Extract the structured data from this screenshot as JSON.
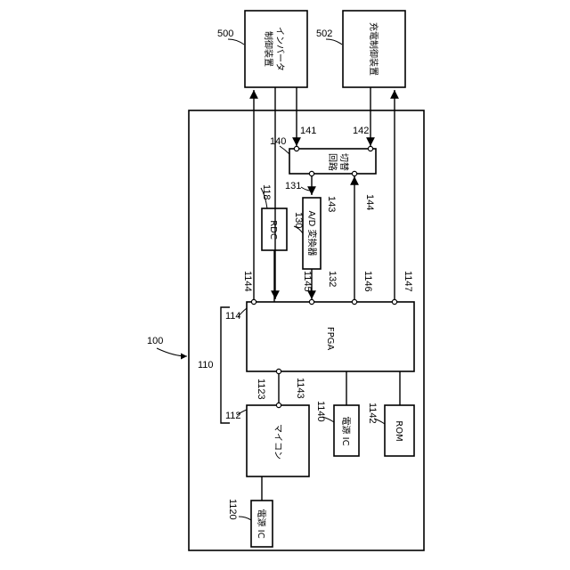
{
  "refs": {
    "r100": "100",
    "r110": "110",
    "r112": "112",
    "r114": "114",
    "r118": "118",
    "r130": "130",
    "r131": "131",
    "r132": "132",
    "r140": "140",
    "r141": "141",
    "r142": "142",
    "r143": "143",
    "r144": "144",
    "r500": "500",
    "r502": "502",
    "r1120": "1120",
    "r1123": "1123",
    "r1140": "1140",
    "r1142": "1142",
    "r1143": "1143",
    "r1144": "1144",
    "r1145": "1145",
    "r1146": "1146",
    "r1147": "1147"
  },
  "blocks": {
    "inverter_line1": "インバータ",
    "inverter_line2": "制御装置",
    "charge": "充電制御装置",
    "switch_line1": "切替",
    "switch_line2": "回路",
    "rdc": "RDC",
    "adc": "A/D 変換器",
    "fpga": "FPGA",
    "micom": "マイコン",
    "power_ic_1": "電源 IC",
    "power_ic_2": "電源 IC",
    "rom": "ROM"
  }
}
